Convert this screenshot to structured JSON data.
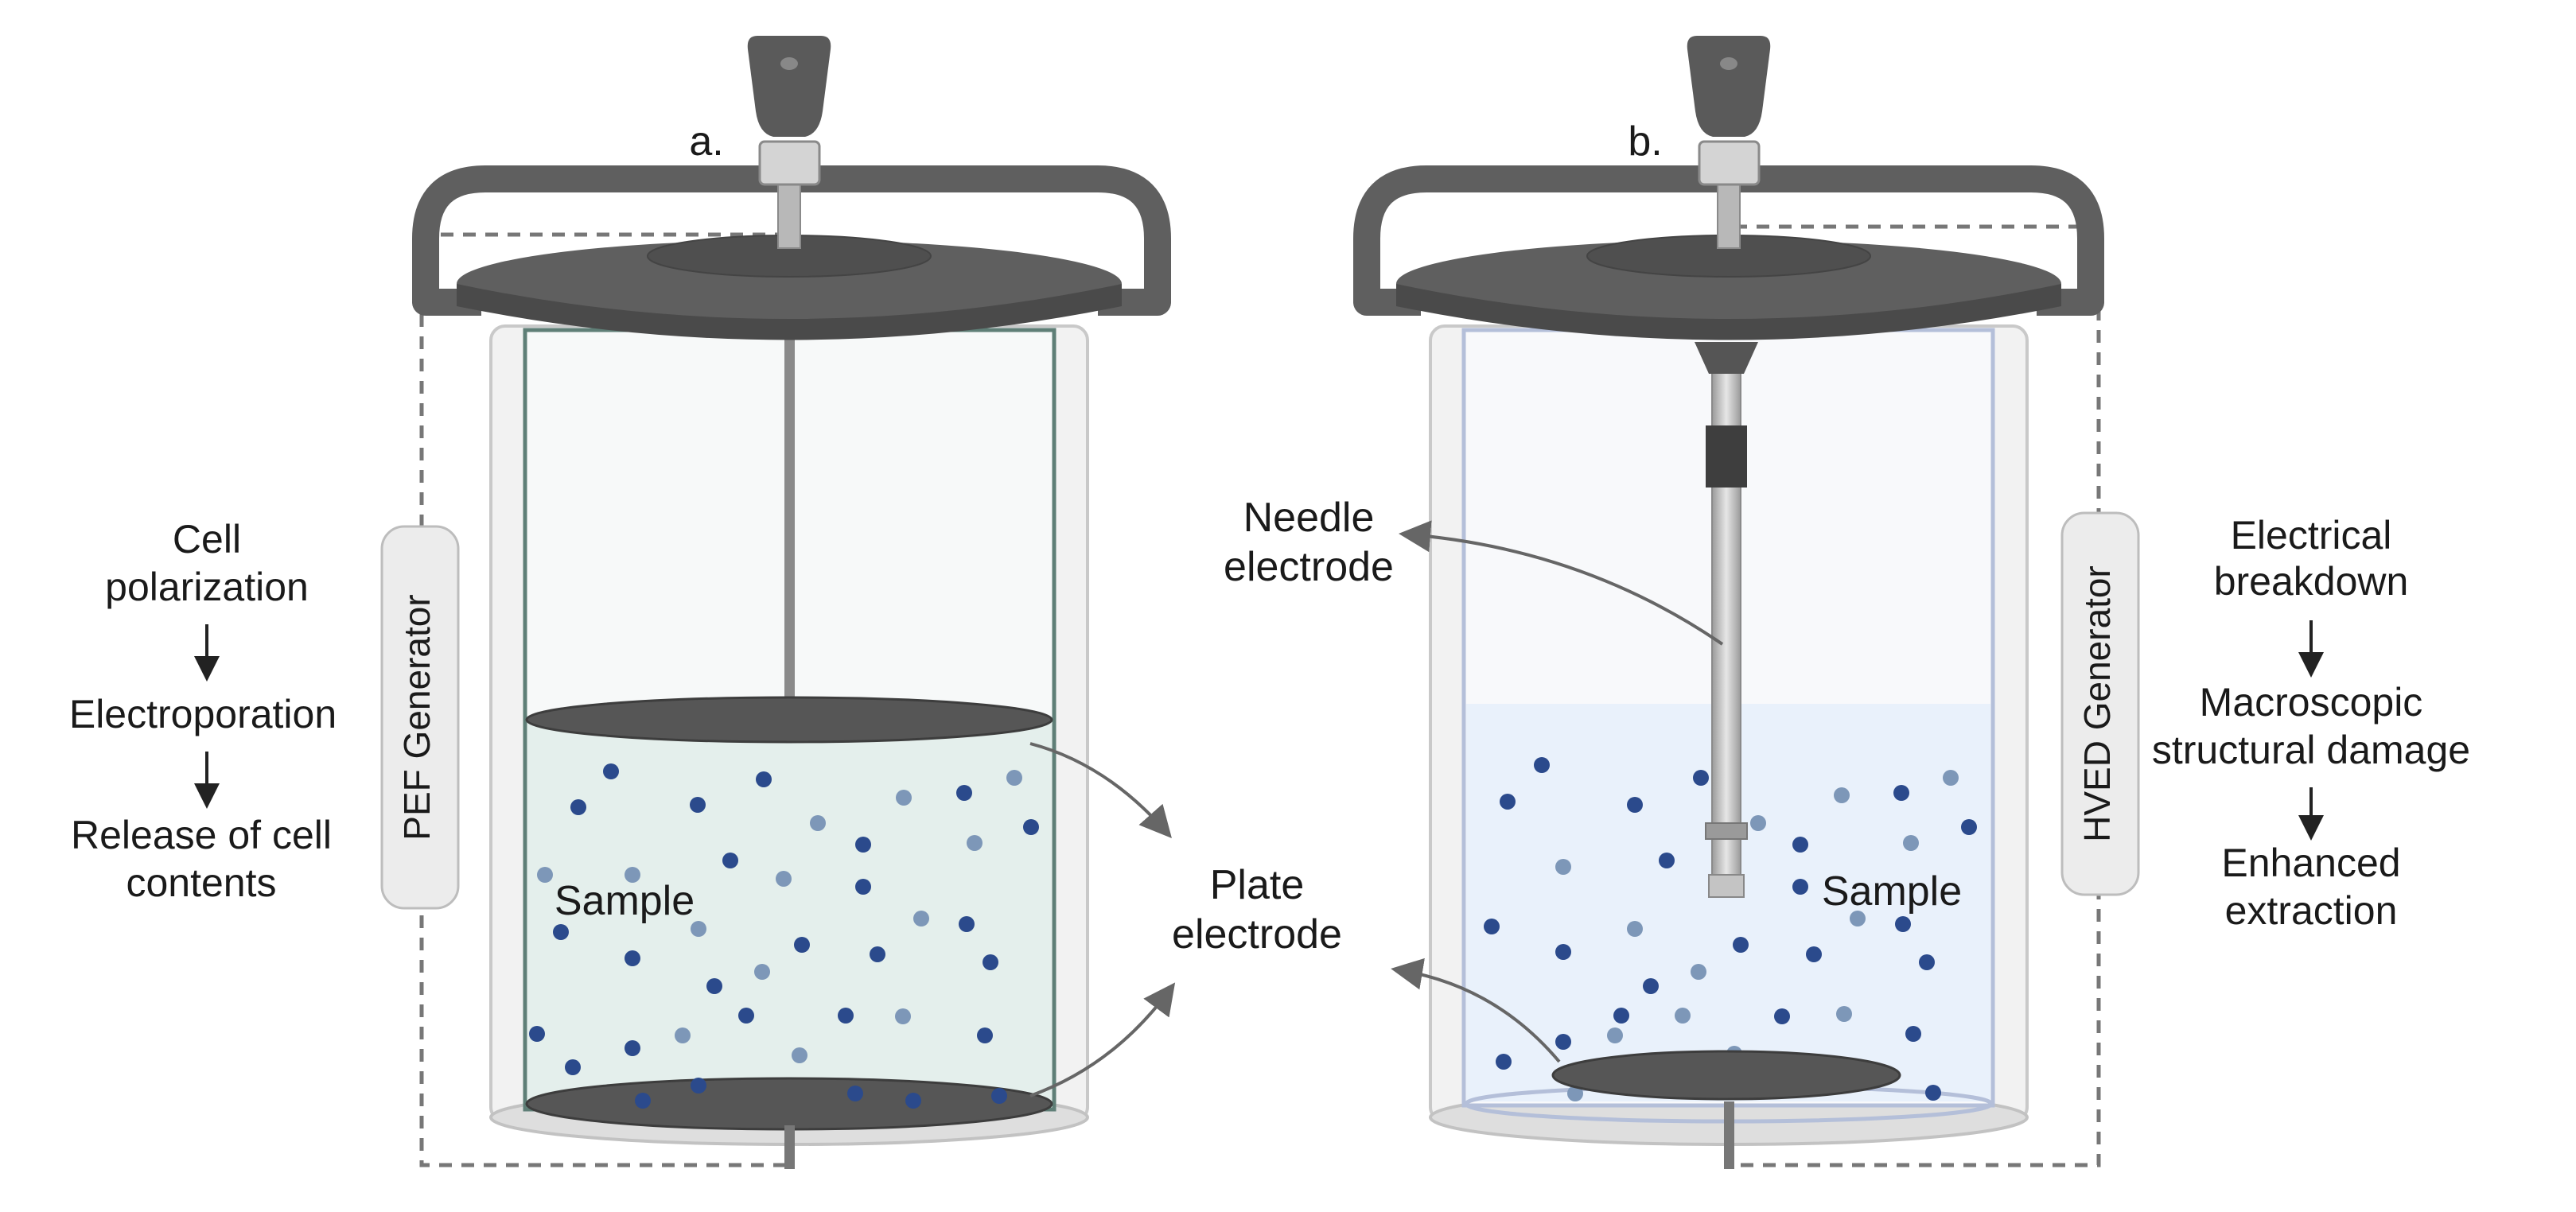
{
  "panels": {
    "a": {
      "label": "a.",
      "generator": "PEF Generator",
      "sample_label": "Sample",
      "steps": [
        [
          "Cell",
          "polarization"
        ],
        [
          "Electroporation"
        ],
        [
          "Release of cell",
          "contents"
        ]
      ]
    },
    "b": {
      "label": "b.",
      "generator": "HVED Generator",
      "sample_label": "Sample",
      "steps": [
        [
          "Electrical",
          "breakdown"
        ],
        [
          "Macroscopic",
          "structural damage"
        ],
        [
          "Enhanced",
          "extraction"
        ]
      ]
    }
  },
  "labels": {
    "needle_electrode": [
      "Needle",
      "electrode"
    ],
    "plate_electrode": [
      "Plate",
      "electrode"
    ]
  },
  "colors": {
    "lid": "#5f5f5f",
    "lid_dark": "#4a4a4a",
    "electrode": "#565656",
    "particle_dark": "#2b4a8c",
    "particle_light": "#7d97b8",
    "liquid_a": "#e4efec",
    "liquid_b": "#e9f1fb",
    "arrow": "#666666"
  }
}
